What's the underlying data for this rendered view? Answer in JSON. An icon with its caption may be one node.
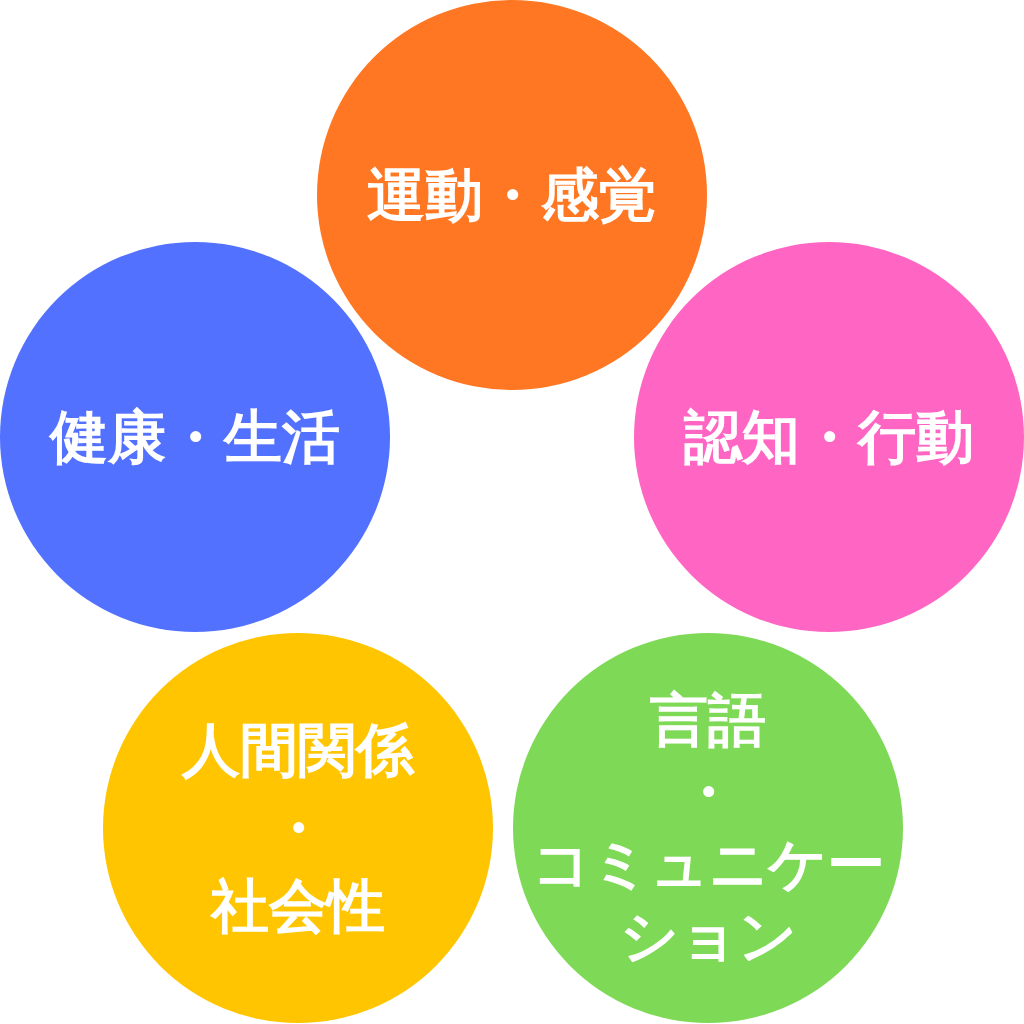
{
  "diagram": {
    "nodes": [
      {
        "text": [
          "運動・感覚"
        ]
      },
      {
        "text": [
          "健康・生活"
        ]
      },
      {
        "text": [
          "認知・行動"
        ]
      },
      {
        "text": [
          "人間関係・社会性"
        ]
      },
      {
        "text": [
          "言語・コミュニケーション"
        ]
      }
    ]
  }
}
